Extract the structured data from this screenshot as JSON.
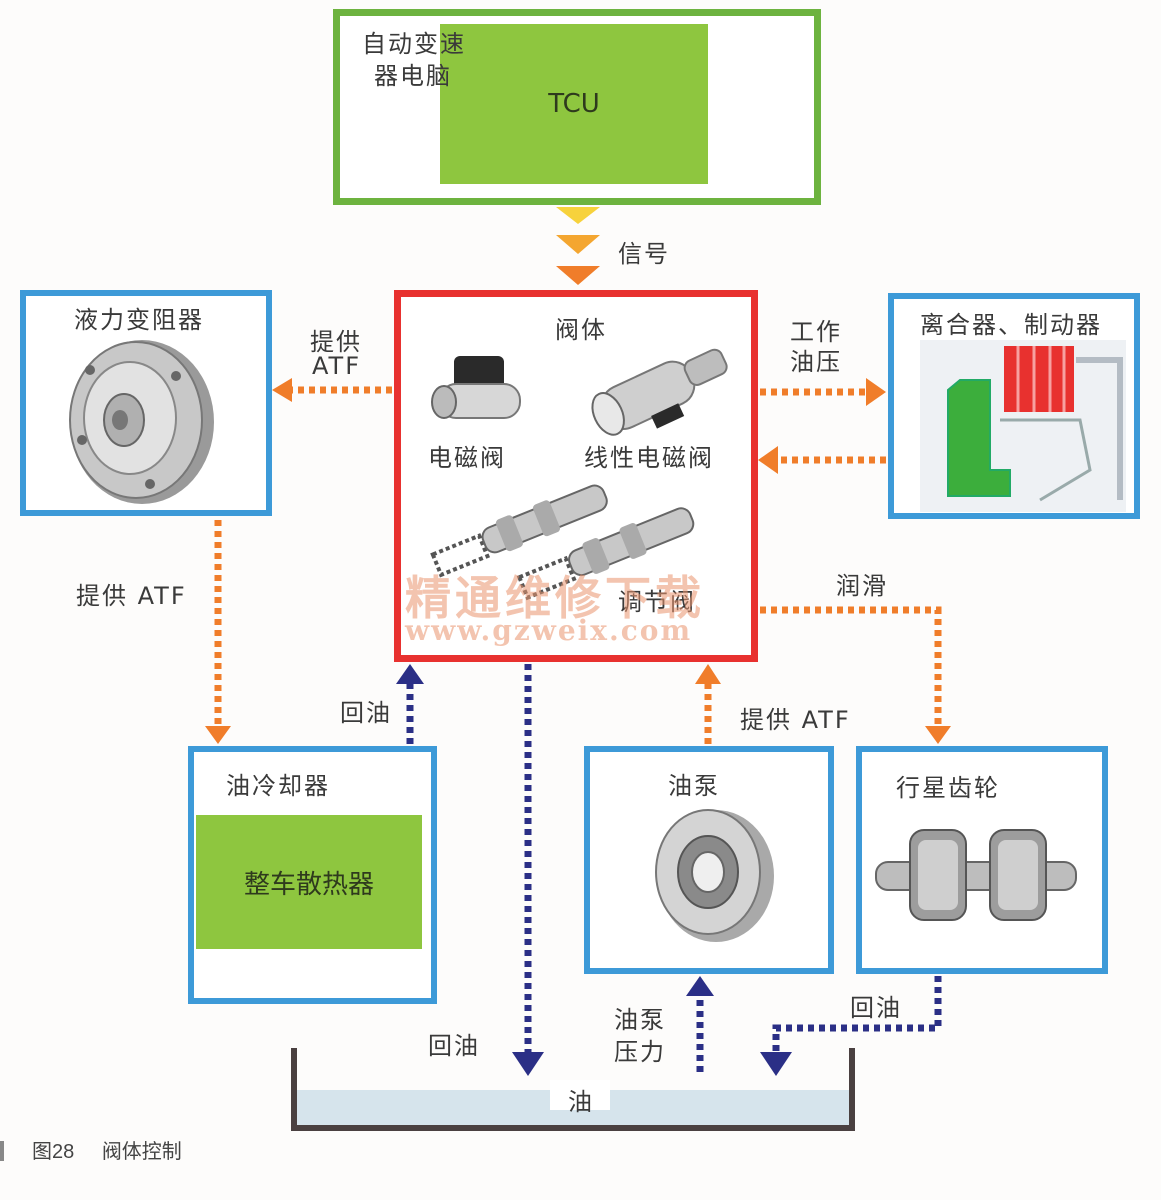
{
  "tcu": {
    "title_line1": "自动变速",
    "title_line2": "器电脑",
    "inner_label": "TCU"
  },
  "signal_label": "信号",
  "valve_body": {
    "title": "阀体",
    "solenoid_label": "电磁阀",
    "linear_solenoid_label": "线性电磁阀",
    "regulator_label": "调节阀"
  },
  "torque_converter": {
    "title": "液力变阻器"
  },
  "clutch_brake": {
    "title": "离合器、制动器"
  },
  "oil_cooler": {
    "title": "油冷却器",
    "inner_label": "整车散热器"
  },
  "oil_pump": {
    "title": "油泵"
  },
  "planetary_gear": {
    "title": "行星齿轮"
  },
  "oil_tank_label": "油",
  "flows": {
    "supply_atf_left_line1": "提供",
    "supply_atf_left_line2": "ATF",
    "working_pressure_line1": "工作",
    "working_pressure_line2": "油压",
    "supply_atf_down": "提供 ATF",
    "lubrication": "润滑",
    "return_oil_cooler": "回油",
    "supply_atf_pump": "提供 ATF",
    "return_oil_tank": "回油",
    "pump_pressure_line1": "油泵",
    "pump_pressure_line2": "压力",
    "return_oil_gear": "回油"
  },
  "watermark": {
    "line1": "精通维修下载",
    "line2": "www.gzweix.com"
  },
  "caption": {
    "figure_number": "图28",
    "figure_title": "阀体控制"
  },
  "colors": {
    "blue_border": "#3d9ad8",
    "red_border": "#e8312f",
    "green_border": "#6db33f",
    "green_fill": "#8ec63f",
    "orange_flow": "#f07d2a",
    "navy_flow": "#2b2f86"
  }
}
